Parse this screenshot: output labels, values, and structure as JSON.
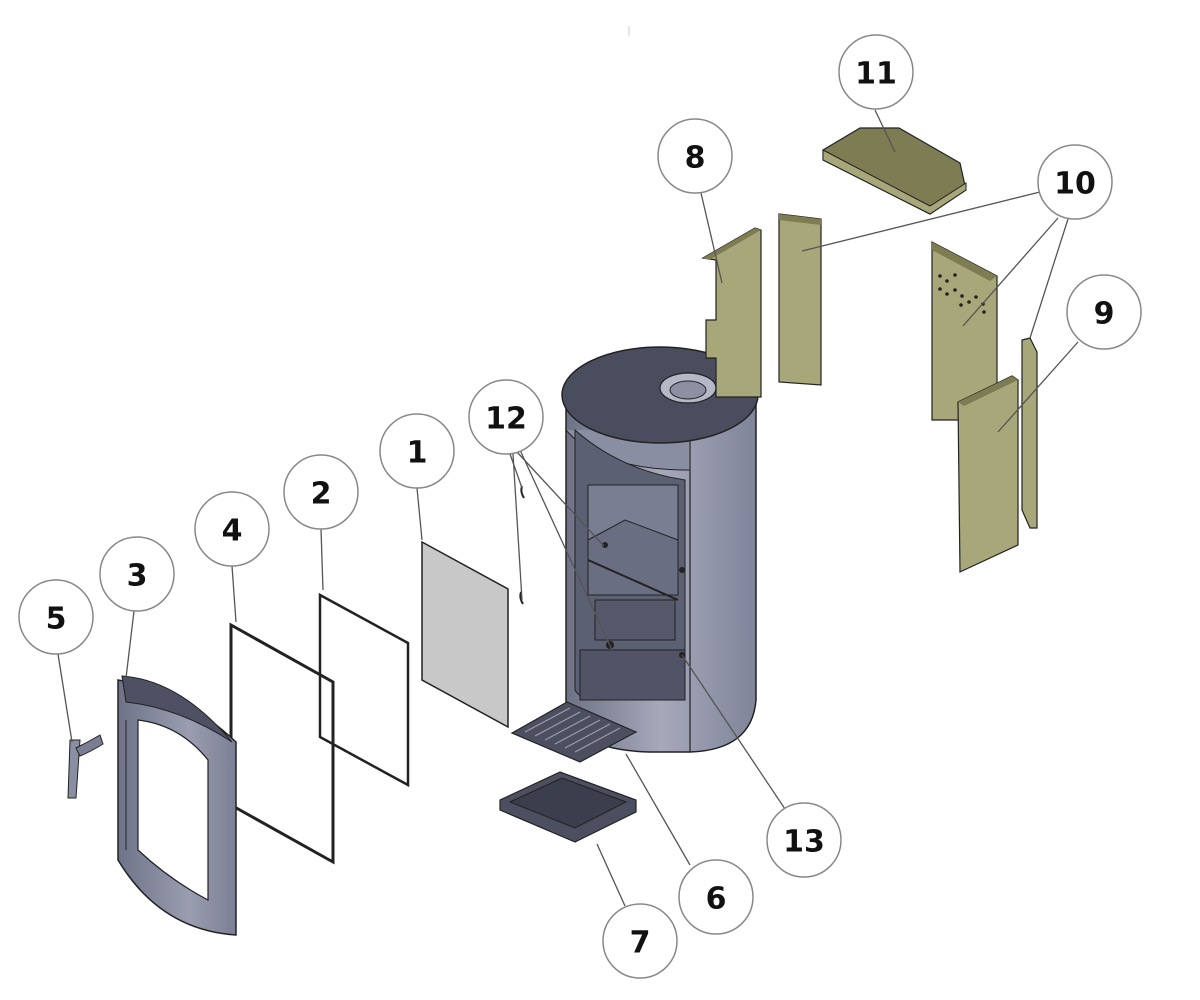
{
  "diagram": {
    "title": "Wood stove exploded parts diagram",
    "colors": {
      "body_dark": "#4a4d5e",
      "body_mid": "#7b7f93",
      "body_light": "#a9acbc",
      "firebrick": "#a8a77a",
      "firebrick_dark": "#7d7c52",
      "glass": "#c8c8c8",
      "outline": "#222222"
    },
    "callouts": [
      {
        "id": "1",
        "label": "1",
        "part": "glass-panel"
      },
      {
        "id": "2",
        "label": "2",
        "part": "glass-gasket-inner"
      },
      {
        "id": "3",
        "label": "3",
        "part": "door-frame"
      },
      {
        "id": "4",
        "label": "4",
        "part": "door-gasket"
      },
      {
        "id": "5",
        "label": "5",
        "part": "door-handle"
      },
      {
        "id": "6",
        "label": "6",
        "part": "grate"
      },
      {
        "id": "7",
        "label": "7",
        "part": "ash-pan"
      },
      {
        "id": "8",
        "label": "8",
        "part": "side-firebrick-left"
      },
      {
        "id": "9",
        "label": "9",
        "part": "side-firebrick-right"
      },
      {
        "id": "10",
        "label": "10",
        "part": "back-firebricks"
      },
      {
        "id": "11",
        "label": "11",
        "part": "baffle-plate"
      },
      {
        "id": "12",
        "label": "12",
        "part": "glass-clips"
      },
      {
        "id": "13",
        "label": "13",
        "part": "air-control"
      }
    ]
  }
}
